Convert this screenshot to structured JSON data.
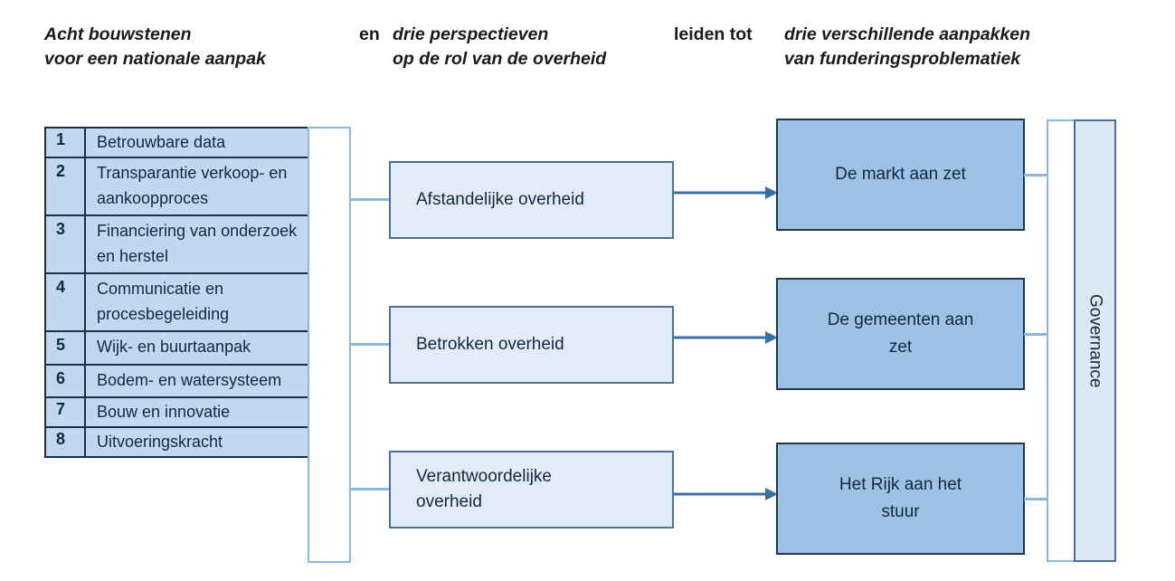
{
  "header": {
    "column1": "Acht bouwstenen\nvoor een nationale aanpak",
    "connector1": "en",
    "column2": "drie perspectieven\nop de rol van de overheid",
    "connector2": "leiden tot",
    "column3": "drie verschillende aanpakken\nvan funderingsproblematiek"
  },
  "building_blocks": {
    "columns": [
      "nr",
      "bouwsteen"
    ],
    "rows": [
      {
        "nr": "1",
        "label": "Betrouwbare data"
      },
      {
        "nr": "2",
        "label": "Transparantie\nverkoop- en\naankoopproces"
      },
      {
        "nr": "3",
        "label": "Financiering van\nonderzoek en\nherstel"
      },
      {
        "nr": "4",
        "label": "Communicatie en\nprocesbegeleiding"
      },
      {
        "nr": "5",
        "label": "Wijk- en\nbuurtaanpak"
      },
      {
        "nr": "6",
        "label": "Bodem- en\nwatersysteem"
      },
      {
        "nr": "7",
        "label": "Bouw en innovatie"
      },
      {
        "nr": "8",
        "label": "Uitvoeringskracht"
      }
    ]
  },
  "perspectives": [
    {
      "label": "Afstandelijke overheid"
    },
    {
      "label": "Betrokken overheid"
    },
    {
      "label": "Verantwoordelijke\noverheid"
    }
  ],
  "approaches": [
    {
      "label": "De markt aan zet"
    },
    {
      "label": "De gemeenten aan\nzet"
    },
    {
      "label": "Het Rijk aan het\nstuur"
    }
  ],
  "governance": {
    "label": "Governance"
  },
  "colors": {
    "table_fill": "#c3d8ef",
    "table_border": "#17314d",
    "perspective_fill": "#e2ecf6",
    "perspective_border": "#4a6f95",
    "approach_fill": "#9cc2e5",
    "approach_border": "#22384f",
    "governance_fill": "#dce8f4",
    "bracket_line": "#8cb8e0",
    "arrow": "#3f6f9f",
    "text": "#14283d",
    "background": "#ffffff"
  }
}
